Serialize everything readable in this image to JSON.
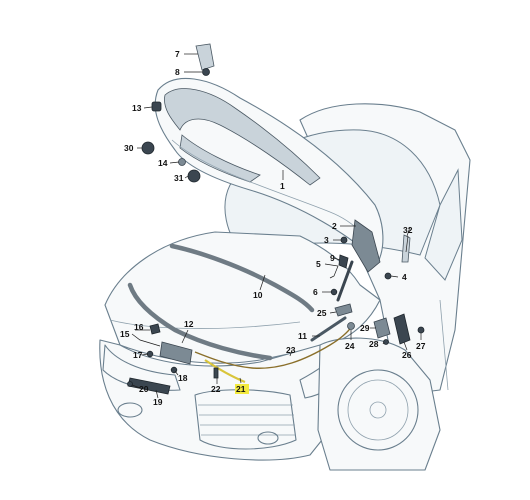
{
  "callouts": [
    {
      "id": "c1",
      "label": "1"
    },
    {
      "id": "c2",
      "label": "2"
    },
    {
      "id": "c3",
      "label": "3"
    },
    {
      "id": "c4",
      "label": "4"
    },
    {
      "id": "c5",
      "label": "5"
    },
    {
      "id": "c6",
      "label": "6"
    },
    {
      "id": "c7",
      "label": "7"
    },
    {
      "id": "c8",
      "label": "8"
    },
    {
      "id": "c9",
      "label": "9"
    },
    {
      "id": "c10",
      "label": "10"
    },
    {
      "id": "c11",
      "label": "11"
    },
    {
      "id": "c12",
      "label": "12"
    },
    {
      "id": "c13",
      "label": "13"
    },
    {
      "id": "c14",
      "label": "14"
    },
    {
      "id": "c15",
      "label": "15"
    },
    {
      "id": "c16",
      "label": "16"
    },
    {
      "id": "c17",
      "label": "17"
    },
    {
      "id": "c18",
      "label": "18"
    },
    {
      "id": "c19",
      "label": "19"
    },
    {
      "id": "c20",
      "label": "20"
    },
    {
      "id": "c21",
      "label": "21",
      "highlight": "#f3ea3f"
    },
    {
      "id": "c22",
      "label": "22"
    },
    {
      "id": "c23",
      "label": "23"
    },
    {
      "id": "c24",
      "label": "24"
    },
    {
      "id": "c25",
      "label": "25"
    },
    {
      "id": "c26",
      "label": "26"
    },
    {
      "id": "c27",
      "label": "27"
    },
    {
      "id": "c28",
      "label": "28"
    },
    {
      "id": "c29",
      "label": "29"
    },
    {
      "id": "c30",
      "label": "30"
    },
    {
      "id": "c31",
      "label": "31"
    },
    {
      "id": "c32",
      "label": "32"
    }
  ],
  "colors": {
    "line_art": "#6a7f8e",
    "callout_text": "#111111",
    "highlight": "#f3ea3f"
  }
}
